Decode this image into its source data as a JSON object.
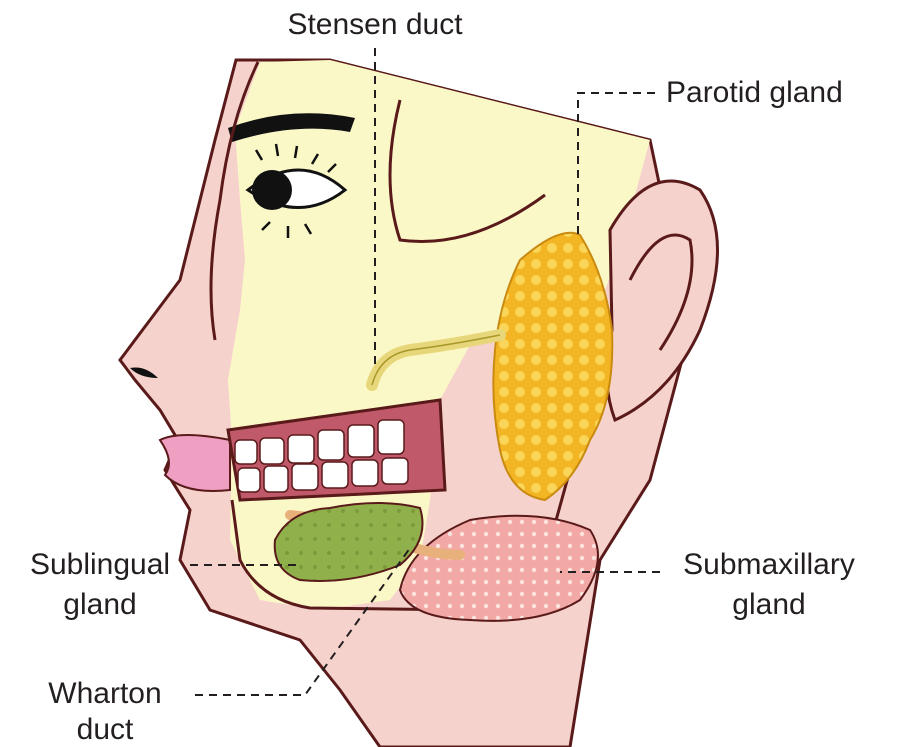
{
  "labels": {
    "stensen_duct": "Stensen duct",
    "parotid_gland": "Parotid gland",
    "sublingual_gland_1": "Sublingual",
    "sublingual_gland_2": "gland",
    "submaxillary_gland_1": "Submaxillary",
    "submaxillary_gland_2": "gland",
    "wharton_duct_1": "Wharton",
    "wharton_duct_2": "duct"
  },
  "colors": {
    "skin": "#f6d2cc",
    "face_yellow": "#fbf8c8",
    "outline": "#5a1a1a",
    "parotid": "#f3b523",
    "sublingual": "#8fb04a",
    "submaxillary": "#f2a9a5",
    "duct": "#e8d77a",
    "gum": "#c05a6a",
    "lips": "#ef9fc2"
  }
}
